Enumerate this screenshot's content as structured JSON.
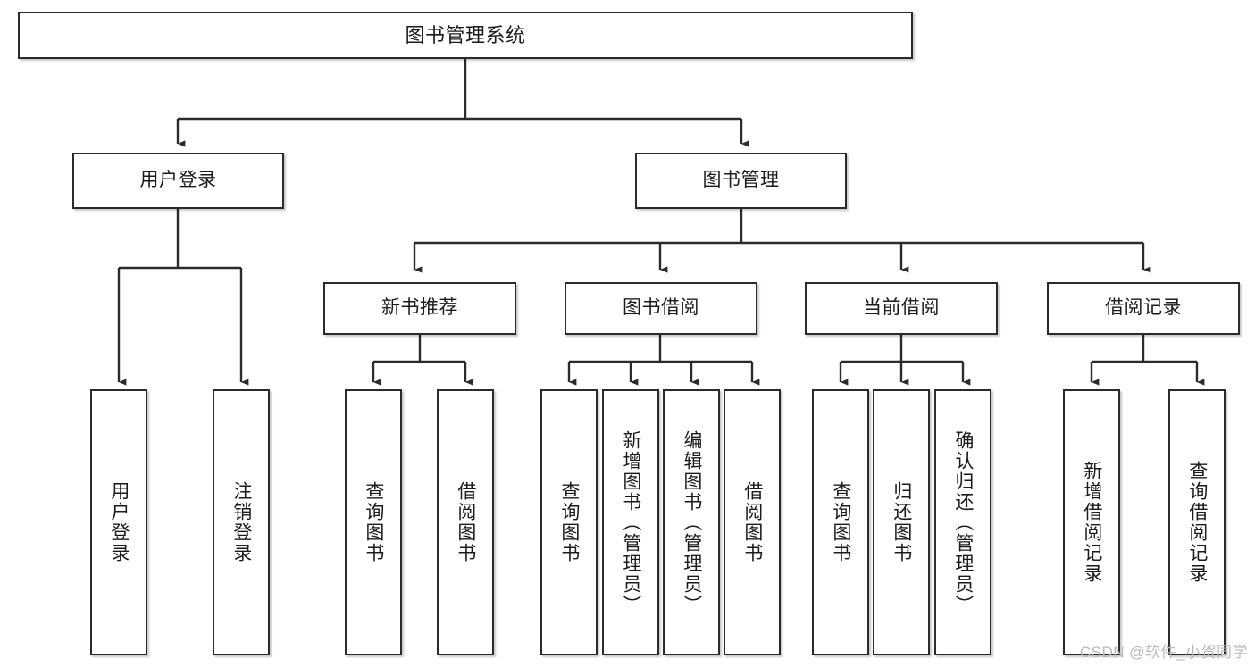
{
  "diagram": {
    "title": "图书管理系统",
    "type": "tree-hierarchy",
    "orientation": "top-down",
    "colors": {
      "box_border": "#2b2b2b",
      "box_fill": "#ffffff",
      "connector": "#2b2b2b",
      "text": "#1b1b1b",
      "watermark": "#b9b9b9"
    }
  },
  "nodes": {
    "root": {
      "label": "图书管理系统"
    },
    "level2": [
      {
        "id": "user-login",
        "label": "用户登录"
      },
      {
        "id": "book-management",
        "label": "图书管理"
      }
    ],
    "level3": [
      {
        "id": "new-book-recommend",
        "label": "新书推荐"
      },
      {
        "id": "book-borrow",
        "label": "图书借阅"
      },
      {
        "id": "current-borrow",
        "label": "当前借阅"
      },
      {
        "id": "borrow-record",
        "label": "借阅记录"
      }
    ],
    "leaves": [
      {
        "id": "leaf-user-login",
        "label": "用户登录",
        "parent": "user-login"
      },
      {
        "id": "leaf-logout",
        "label": "注销登录",
        "parent": "user-login"
      },
      {
        "id": "leaf-query-books-1",
        "label": "查询图书",
        "parent": "new-book-recommend"
      },
      {
        "id": "leaf-borrow-books-1",
        "label": "借阅图书",
        "parent": "new-book-recommend"
      },
      {
        "id": "leaf-query-books-2",
        "label": "查询图书",
        "parent": "book-borrow"
      },
      {
        "id": "leaf-add-book",
        "label": "新增图书（管理员）",
        "parent": "book-borrow"
      },
      {
        "id": "leaf-edit-book",
        "label": "编辑图书（管理员）",
        "parent": "book-borrow"
      },
      {
        "id": "leaf-borrow-books-2",
        "label": "借阅图书",
        "parent": "book-borrow"
      },
      {
        "id": "leaf-query-books-3",
        "label": "查询图书",
        "parent": "current-borrow"
      },
      {
        "id": "leaf-return-book",
        "label": "归还图书",
        "parent": "current-borrow"
      },
      {
        "id": "leaf-confirm-return",
        "label": "确认归还（管理员）",
        "parent": "current-borrow"
      },
      {
        "id": "leaf-add-record",
        "label": "新增借阅记录",
        "parent": "borrow-record"
      },
      {
        "id": "leaf-query-record",
        "label": "查询借阅记录",
        "parent": "borrow-record"
      }
    ]
  },
  "watermark": {
    "text": "CSDN @软件_小贺同学"
  }
}
